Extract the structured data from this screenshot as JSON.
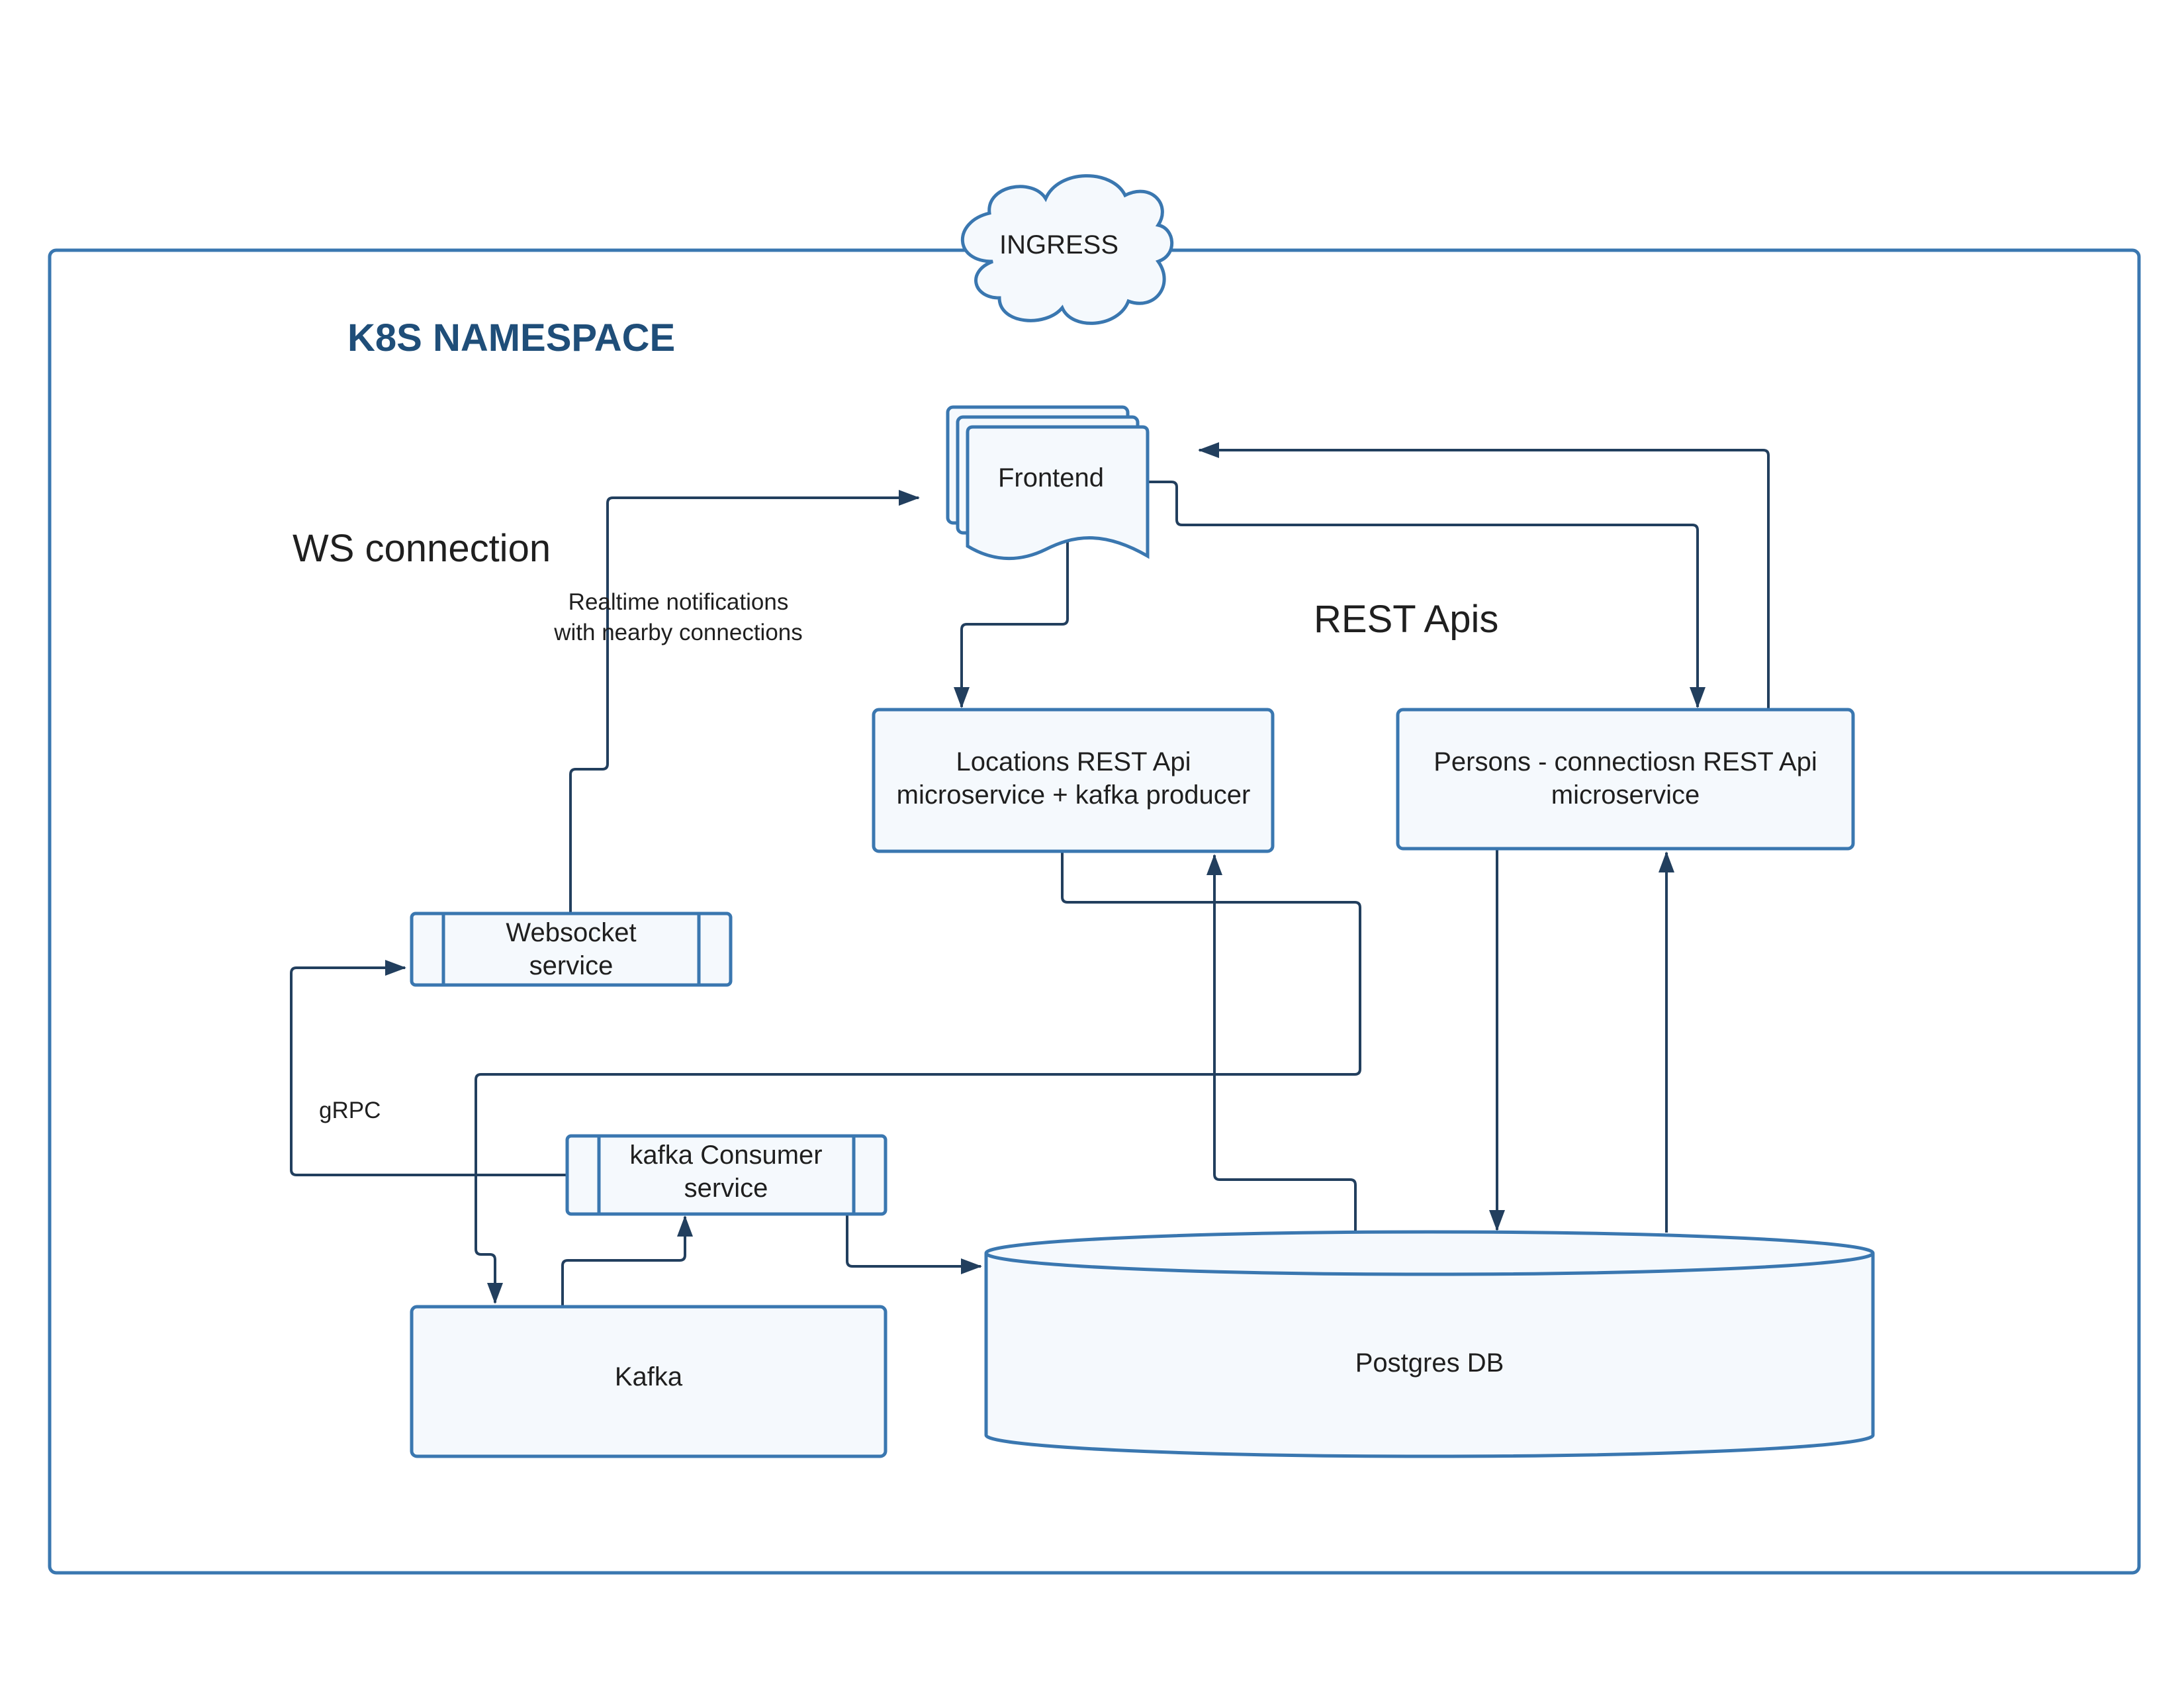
{
  "namespace": {
    "title": "K8S NAMESPACE"
  },
  "ingress": {
    "label": "INGRESS"
  },
  "section_labels": {
    "ws_connection": "WS connection",
    "rest_apis": "REST Apis"
  },
  "nodes": {
    "frontend": "Frontend",
    "locations_api": [
      "Locations REST Api",
      "microservice + kafka producer"
    ],
    "persons_api": [
      "Persons - connectiosn REST Api",
      "microservice"
    ],
    "websocket_service": [
      "Websocket",
      "service"
    ],
    "kafka_consumer": [
      "kafka Consumer",
      "service"
    ],
    "kafka": "Kafka",
    "postgres": "Postgres DB"
  },
  "edge_labels": {
    "realtime": [
      "Realtime notifications",
      "with nearby connections"
    ],
    "grpc": "gRPC"
  },
  "colors": {
    "node_stroke": "#3a77b0",
    "node_fill": "#f5f9fd",
    "edge": "#223f5e",
    "title": "#1f4e79"
  }
}
